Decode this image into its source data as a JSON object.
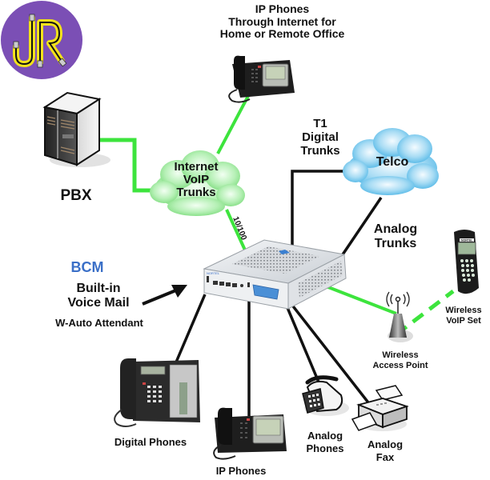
{
  "logo": {
    "text": "JR",
    "background": "#7b4fb5",
    "letter_color": "#f2e21b"
  },
  "colors": {
    "link_green": "#39e639",
    "link_black": "#111111",
    "bcm_blue": "#3a6fc7"
  },
  "nodes": {
    "pbx": {
      "label": "PBX"
    },
    "remote_ip_phones": {
      "label": "IP Phones\nThrough Internet for\nHome or Remote Office"
    },
    "internet_cloud": {
      "label": "Internet\nVoIP\nTrunks"
    },
    "telco_cloud": {
      "label": "Telco"
    },
    "t1_trunks": {
      "label": "T1\nDigital\nTrunks"
    },
    "analog_trunks": {
      "label": "Analog\nTrunks"
    },
    "bcm": {
      "title": "BCM",
      "features": "Built-in\nVoice Mail",
      "sub_feature": "W-Auto Attendant",
      "brand": "NORTEL"
    },
    "wireless_set": {
      "label": "Wireless\nVoIP Set",
      "brand": "NORTEL"
    },
    "access_point": {
      "label": "Wireless\nAccess Point"
    },
    "digital_phones": {
      "label": "Digital Phones"
    },
    "ip_phones": {
      "label": "IP Phones"
    },
    "analog_phones": {
      "label": "Analog\nPhones"
    },
    "analog_fax": {
      "label": "Analog\nFax"
    }
  },
  "links": {
    "bcm_internet_speed": "10/100"
  }
}
